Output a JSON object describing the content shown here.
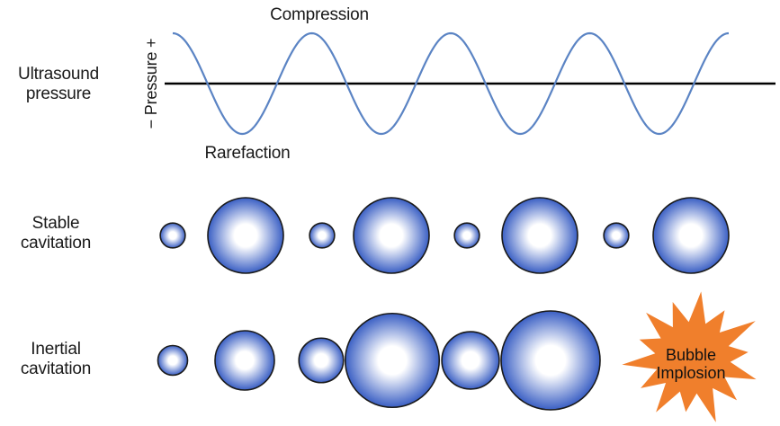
{
  "rows": {
    "ultrasound": {
      "line1": "Ultrasound",
      "line2": "pressure"
    },
    "stable": {
      "line1": "Stable",
      "line2": "cavitation"
    },
    "inertial": {
      "line1": "Inertial",
      "line2": "cavitation"
    }
  },
  "wave": {
    "compression_label": "Compression",
    "rarefaction_label": "Rarefaction",
    "axis_label": "− Pressure +",
    "cycles": 4,
    "line_color": "#5b84c4"
  },
  "bubbles": {
    "fill_center": "#ffffff",
    "fill_edge": "#3a5fc4",
    "outline": "#1a1a1a",
    "stable_relative_sizes": [
      0.33,
      1.0,
      0.33,
      1.0,
      0.33,
      1.0,
      0.33,
      1.0
    ],
    "inertial_relative_sizes": [
      0.3,
      0.6,
      0.45,
      0.95,
      0.58,
      1.0
    ]
  },
  "implosion": {
    "line1": "Bubble",
    "line2": "Implosion",
    "color": "#f07f2c"
  }
}
